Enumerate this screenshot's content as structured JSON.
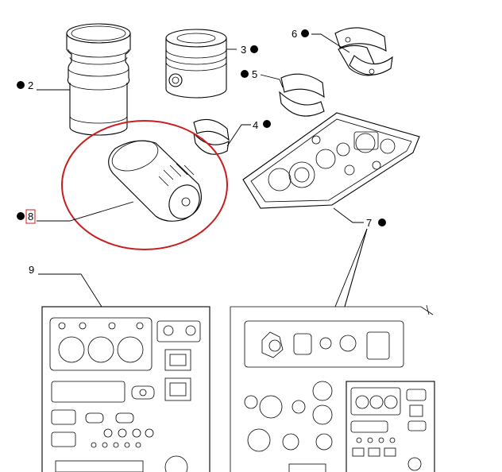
{
  "callouts": [
    {
      "id": "2",
      "label": "2",
      "bullet": true
    },
    {
      "id": "3",
      "label": "3",
      "bullet": true
    },
    {
      "id": "4",
      "label": "4",
      "bullet": true
    },
    {
      "id": "5",
      "label": "5",
      "bullet": true
    },
    {
      "id": "6",
      "label": "6",
      "bullet": true
    },
    {
      "id": "7",
      "label": "7",
      "bullet": true
    },
    {
      "id": "8",
      "label": "8",
      "bullet": true,
      "highlighted": true
    },
    {
      "id": "9",
      "label": "9",
      "bullet": false
    }
  ],
  "colors": {
    "highlight": "#c81e1e",
    "line": "#000000",
    "background": "#ffffff"
  },
  "highlighted_part": "8"
}
